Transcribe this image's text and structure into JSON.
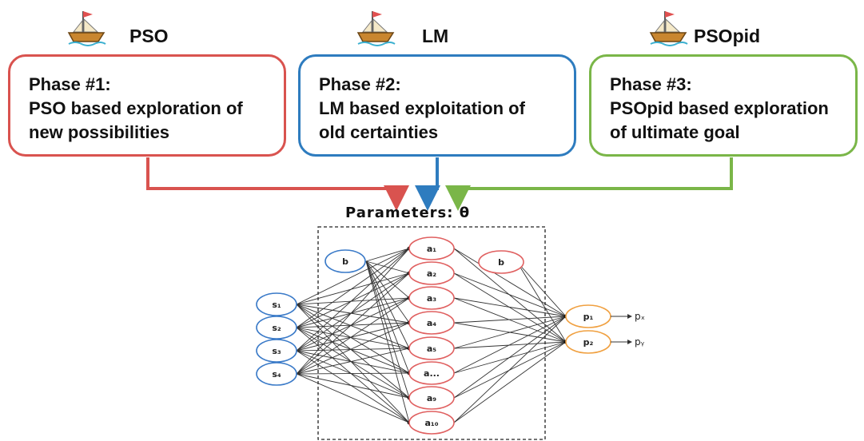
{
  "phases": [
    {
      "algo": "PSO",
      "heading": "Phase #1:",
      "text": "PSO based exploration of\nnew possibilities",
      "color": "#d9534f"
    },
    {
      "algo": "LM",
      "heading": "Phase #2:",
      "text": "LM based exploitation of\nold certainties",
      "color": "#2e7cbf"
    },
    {
      "algo": "PSOpid",
      "heading": "Phase #3:",
      "text": "PSOpid based exploration\nof ultimate goal",
      "color": "#7ab648"
    }
  ],
  "network": {
    "title": "Parameters: θ",
    "inputs": [
      "s₁",
      "s₂",
      "s₃",
      "s₄"
    ],
    "input_bias": "b",
    "hidden": [
      "a₁",
      "a₂",
      "a₃",
      "a₄",
      "a₅",
      "a...",
      "a₉",
      "a₁₀"
    ],
    "hidden_bias": "b",
    "outputs": [
      "p₁",
      "p₂"
    ],
    "output_labels": [
      "pₓ",
      "pᵧ"
    ],
    "colors": {
      "input": "#3a7ac8",
      "hidden": "#e06060",
      "output": "#f0a040"
    }
  }
}
